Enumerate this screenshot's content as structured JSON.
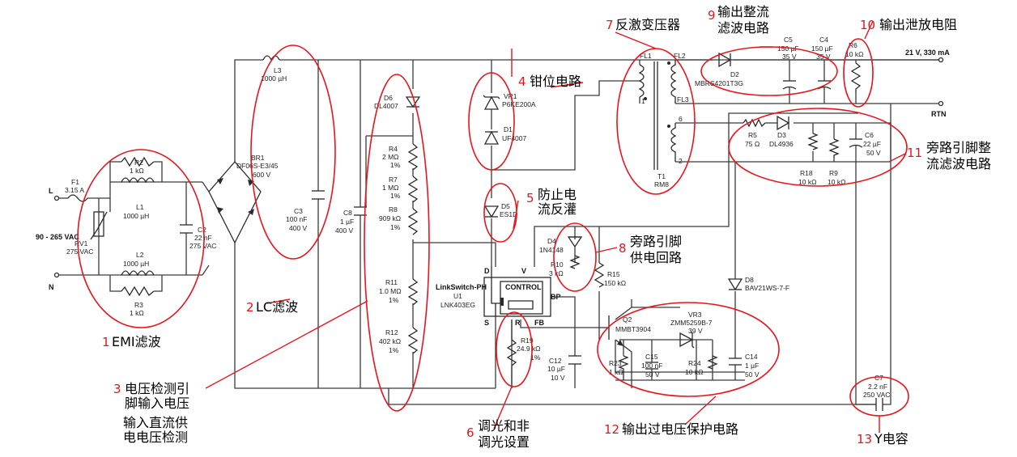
{
  "colors": {
    "annotation": "#e8141b",
    "wire": "#3a3a3a",
    "background": "#ffffff"
  },
  "components": {
    "f1": [
      "F1",
      "3.15 A"
    ],
    "r2": [
      "R2",
      "1 kΩ"
    ],
    "l1": [
      "L1",
      "1000 µH"
    ],
    "l2": [
      "L2",
      "1000 µH"
    ],
    "r3": [
      "R3",
      "1 kΩ"
    ],
    "rv1": [
      "RV1",
      "275 VAC"
    ],
    "c2": [
      "C2",
      "22 nF",
      "275 VAC"
    ],
    "l3": [
      "L3",
      "1000 µH"
    ],
    "br1": [
      "BR1",
      "DF06S-E3/45",
      "600 V"
    ],
    "c3": [
      "C3",
      "100 nF",
      "400 V"
    ],
    "c8": [
      "C8",
      "1 µF",
      "400 V"
    ],
    "d6": [
      "D6",
      "DL4007"
    ],
    "r4": [
      "R4",
      "2 MΩ",
      "1%"
    ],
    "r7": [
      "R7",
      "1 MΩ",
      "1%"
    ],
    "r8": [
      "R8",
      "909 kΩ",
      "1%"
    ],
    "r11": [
      "R11",
      "1.0 MΩ",
      "1%"
    ],
    "r12": [
      "R12",
      "402 kΩ",
      "1%"
    ],
    "vr1": [
      "VR1",
      "P6KE200A"
    ],
    "d1": [
      "D1",
      "UF4007"
    ],
    "d5": [
      "D5",
      "ES1D"
    ],
    "d4": [
      "D4",
      "1N4148"
    ],
    "r10": [
      "R10",
      "3 kΩ"
    ],
    "r15": [
      "R15",
      "150 kΩ"
    ],
    "u1": [
      "LinkSwitch-PH",
      "U1",
      "LNK403EG"
    ],
    "r19": [
      "R19",
      "24.9 kΩ",
      "1%"
    ],
    "c12": [
      "C12",
      "10 µF",
      "10 V"
    ],
    "q2": [
      "Q2",
      "MMBT3904"
    ],
    "vr3": [
      "VR3",
      "ZMM5259B-7",
      "39 V"
    ],
    "r23": [
      "R23",
      "1 kΩ"
    ],
    "c15": [
      "C15",
      "100 nF",
      "50 V"
    ],
    "r24": [
      "R24",
      "10 kΩ"
    ],
    "c14": [
      "C14",
      "1 µF",
      "50 V"
    ],
    "d8": [
      "D8",
      "BAV21WS-7-F"
    ],
    "t1": [
      "T1",
      "RM8"
    ],
    "d2": [
      "D2",
      "MBRS4201T3G"
    ],
    "c5": [
      "C5",
      "150 µF",
      "35 V"
    ],
    "c4": [
      "C4",
      "150 µF",
      "35 V"
    ],
    "r6": [
      "R6",
      "10 kΩ"
    ],
    "r5": [
      "R5",
      "75 Ω"
    ],
    "d3": [
      "D3",
      "DL4936"
    ],
    "c6": [
      "C6",
      "22 µF",
      "50 V"
    ],
    "r18": [
      "R18",
      "10 kΩ"
    ],
    "r9": [
      "R9",
      "10 kΩ"
    ],
    "c7": [
      "C7",
      "2.2 nF",
      "250 VAC"
    ]
  },
  "pins": {
    "d": "D",
    "v": "V",
    "bp": "BP",
    "s": "S",
    "r": "R",
    "fb": "FB",
    "control": "CONTROL",
    "fl1": "FL1",
    "fl2": "FL2",
    "fl3": "FL3",
    "p1": "1",
    "p2": "2",
    "p6": "6"
  },
  "terminals": {
    "l": "L",
    "n": "N",
    "input": "90 - 265 VAC",
    "output": "21 V, 330 mA",
    "rtn": "RTN"
  },
  "annotations": {
    "a1": {
      "num": "1",
      "text": "EMI滤波"
    },
    "a2": {
      "num": "2",
      "text": "LC滤波"
    },
    "a3": {
      "num": "3",
      "text": "电压检测引",
      "text2": "脚输入电压",
      "extra1": "输入直流供",
      "extra2": "电电压检测"
    },
    "a4": {
      "num": "4",
      "text": "钳位电路"
    },
    "a5": {
      "num": "5",
      "text": "防止电",
      "text2": "流反灌"
    },
    "a6": {
      "num": "6",
      "text": "调光和非",
      "text2": "调光设置"
    },
    "a7": {
      "num": "7",
      "text": "反激变压器"
    },
    "a8": {
      "num": "8",
      "text": "旁路引脚",
      "text2": "供电回路"
    },
    "a9": {
      "num": "9",
      "text": "输出整流",
      "text2": "滤波电路"
    },
    "a10": {
      "num": "10",
      "text": "输出泄放电阻"
    },
    "a11": {
      "num": "11",
      "text": "旁路引脚整",
      "text2": "流滤波电路"
    },
    "a12": {
      "num": "12",
      "text": "输出过电压保护电路"
    },
    "a13": {
      "num": "13",
      "text": "Y电容"
    }
  }
}
